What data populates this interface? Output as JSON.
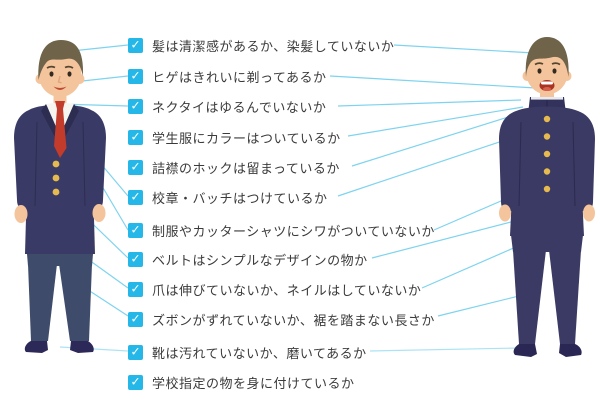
{
  "checklist": {
    "check_glyph": "✓",
    "items": [
      "髪は清潔感があるか、染髪していないか",
      "ヒゲはきれいに剃ってあるか",
      "ネクタイはゆるんでいないか",
      "学生服にカラーはついているか",
      "詰襟のホックは留まっているか",
      "校章・バッチはつけているか",
      "制服やカッターシャツにシワがついていないか",
      "ベルトはシンプルなデザインの物か",
      "爪は伸びていないか、ネイルはしていないか",
      "ズボンがずれていないか、裾を踏まない長さか",
      "靴は汚れていないか、磨いてあるか",
      "学校指定の物を身に付けているか"
    ]
  },
  "colors": {
    "checkbox": "#25b7e8",
    "check": "#ffffff",
    "text": "#3b3b3b",
    "connector_line": "#7ed3ef",
    "connector_line_light": "#ace3f4",
    "suit_jacket": "#3a3a66",
    "suit_trousers": "#3f4b6b",
    "gakuran": "#3a3a64",
    "tie": "#c23b2b",
    "hair": "#6f6349",
    "skin": "#f4c49c",
    "buttons": "#e7ba4f",
    "shoes": "#2c2858"
  }
}
